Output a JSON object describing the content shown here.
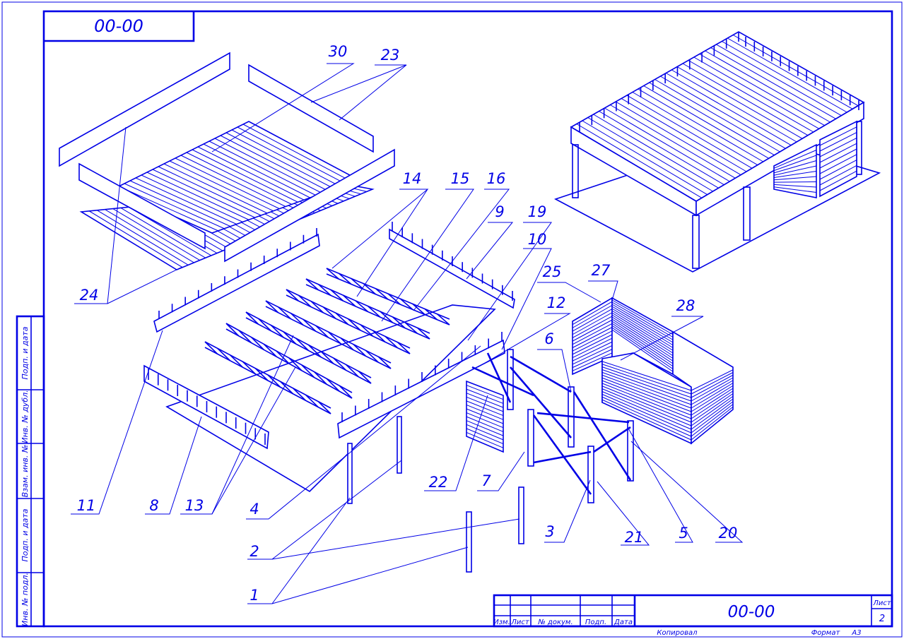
{
  "drawing": {
    "corner_code": "00-00",
    "colors": {
      "line": "#0000e6",
      "paper": "#ffffff"
    },
    "side_stamp": [
      "Инв. № подл.",
      "Подп. и дата",
      "Взам. инв. №",
      "Инв. № дубл.",
      "Подп. и дата"
    ],
    "part_labels": [
      "30",
      "23",
      "24",
      "14",
      "15",
      "16",
      "9",
      "19",
      "10",
      "25",
      "27",
      "28",
      "12",
      "6",
      "11",
      "8",
      "13",
      "4",
      "2",
      "1",
      "22",
      "7",
      "3",
      "21",
      "5",
      "20"
    ]
  },
  "title_block": {
    "code": "00-00",
    "columns": [
      "Изм.",
      "Лист",
      "№ докум.",
      "Подп.",
      "Дата"
    ],
    "sheet_label": "Лист",
    "sheet_number": "2",
    "copied": "Копировал",
    "format_label": "Формат",
    "format_value": "А3"
  }
}
